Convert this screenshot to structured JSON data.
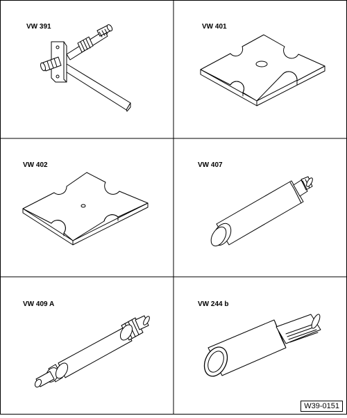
{
  "tools": [
    {
      "label": "VW 391",
      "icon": "tensioning-device-icon"
    },
    {
      "label": "VW 401",
      "icon": "thrust-plate-icon"
    },
    {
      "label": "VW 402",
      "icon": "thrust-plate-icon"
    },
    {
      "label": "VW 407",
      "icon": "press-piece-icon"
    },
    {
      "label": "VW 409 A",
      "icon": "press-mandrel-icon"
    },
    {
      "label": "VW 244 b",
      "icon": "press-sleeve-icon"
    }
  ],
  "figure_id": "W39-0151"
}
